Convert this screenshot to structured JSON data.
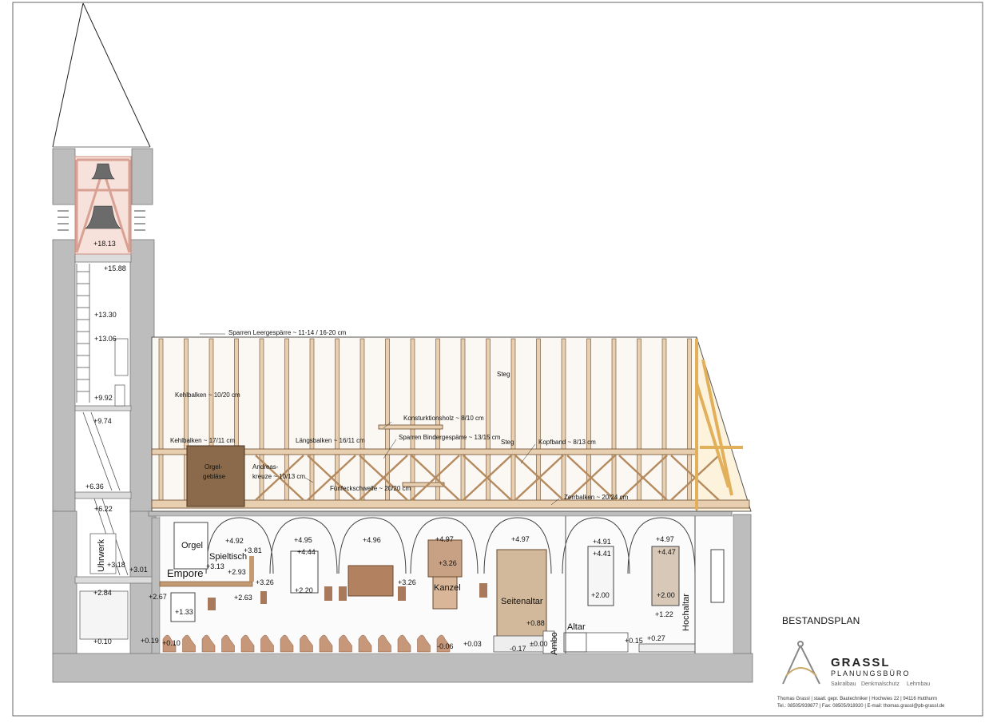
{
  "sheet": {
    "title": "BESTANDSPLAN",
    "company_name": "GRASSL",
    "company_sub": "PLANUNGSBÜRO",
    "disciplines": [
      "Sakralbau",
      "Denkmalschutz",
      "Lehmbau"
    ],
    "footer_line1": "Thomas Grassl  |  staatl. gepr. Bautechniker  |  Hochwies 22  |  94116 Hutthurm",
    "footer_line2": "Tel.: 08505/939877  |  Fax: 08505/918920  |  E-mail: thomas.grassl@pb-grassl.de"
  },
  "timber_labels": {
    "sparren_leer": "Sparren Leergespärre ~ 11-14 / 16-20 cm",
    "kehlbalken_upper": "Kehlbalken ~ 10/20 cm",
    "steg_upper": "Steg",
    "konstruktionsholz": "Konsturktionsholz ~ 8/10 cm",
    "sparren_binder": "Sparren Bindergespärre ~ 13/15 cm",
    "steg_lower": "Steg",
    "kopfband": "Kopfband ~ 8/13 cm",
    "kehlbalken_lower": "Kehlbalken ~ 17/11 cm",
    "laengsbalken": "Längsbalken ~ 16/11 cm",
    "orgelgeblaese_1": "Orgel-",
    "orgelgeblaese_2": "gebläse",
    "andreas_1": "Andreas-",
    "andreas_2": "kreuze ~ 10/13 cm",
    "fuenfeck": "Fünfeckschwelle ~ 20/20 cm",
    "zerrbalken": "Zerrbalken ~ 20/24 cm"
  },
  "room_labels": {
    "orgel": "Orgel",
    "spieltisch": "Spieltisch",
    "empore": "Empore",
    "uhrwerk": "Uhrwerk",
    "kanzel": "Kanzel",
    "seitenaltar": "Seitenaltar",
    "ambo": "Ambo",
    "altar": "Altar",
    "hochaltar": "Hochaltar"
  },
  "levels": {
    "tower_1813": "+18.13",
    "tower_1588": "+15.88",
    "tower_1330": "+13.30",
    "tower_1306": "+13.06",
    "tower_992": "+9.92",
    "tower_974": "+9.74",
    "tower_636": "+6.36",
    "tower_622": "+6.22",
    "tower_318": "+3.18",
    "tower_301": "+3.01",
    "tower_284": "+2.84",
    "tower_010": "+0.10",
    "nave_267": "+2.67",
    "nave_133": "+1.33",
    "nave_019": "+0.19",
    "nave_010": "+0.10",
    "emp_492": "+4.92",
    "emp_381": "+3.81",
    "emp_313": "+3.13",
    "emp_293": "+2.93",
    "emp_263": "+2.63",
    "win1_495": "+4.95",
    "win1_444": "+4.44",
    "win1_326": "+3.26",
    "win1_220": "+2.20",
    "v2_496": "+4.96",
    "v3_497": "+4.97",
    "kanzel_326": "+3.26",
    "kanzel_326b": "+3.26",
    "v4_497": "+4.97",
    "sa_088": "+0.88",
    "nave_006": "-0.06",
    "nave_003": "+0.03",
    "nave_017": "-0.17",
    "nave_000": "±0.00",
    "ch_491": "+4.91",
    "ch_441": "+4.41",
    "ch_200": "+2.00",
    "ch_015": "+0.15",
    "ha_497": "+4.97",
    "ha_447": "+4.47",
    "ha_200": "+2.00",
    "ha_122": "+1.22",
    "ha_027": "+0.27"
  },
  "colors": {
    "wall": "#bdbdbd",
    "timber": "#e7cfb0",
    "timber_line": "#6b4a2e",
    "bellframe": "#f1cfc4",
    "organ_box": "#8a6a4a",
    "chancel_timber": "#f0c878",
    "pew": "#c7977a"
  }
}
